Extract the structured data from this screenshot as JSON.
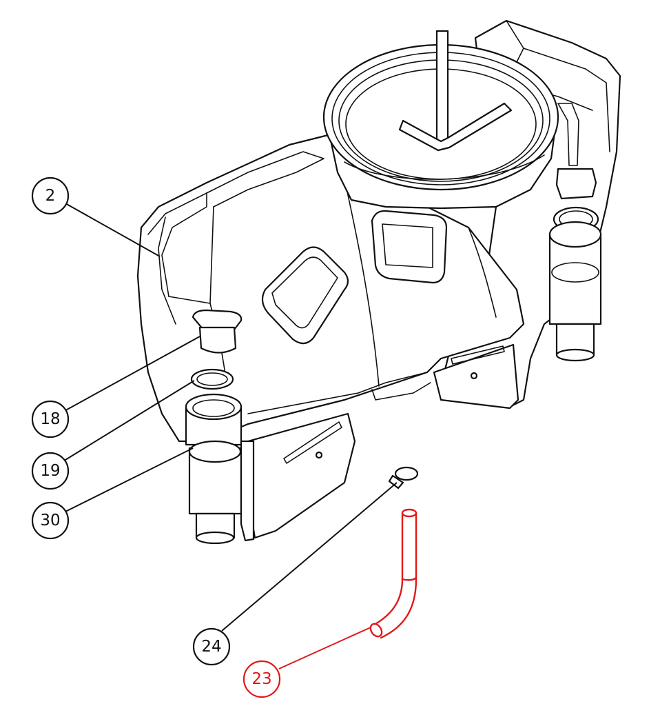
{
  "diagram": {
    "type": "exploded-parts-diagram",
    "line_color": "#111111",
    "highlight_color": "#e01818",
    "background_color": "#ffffff",
    "callouts": [
      {
        "id": "callout-2",
        "label": "2",
        "highlighted": false
      },
      {
        "id": "callout-18",
        "label": "18",
        "highlighted": false
      },
      {
        "id": "callout-19",
        "label": "19",
        "highlighted": false
      },
      {
        "id": "callout-30",
        "label": "30",
        "highlighted": false
      },
      {
        "id": "callout-24",
        "label": "24",
        "highlighted": false
      },
      {
        "id": "callout-23",
        "label": "23",
        "highlighted": true
      }
    ]
  }
}
